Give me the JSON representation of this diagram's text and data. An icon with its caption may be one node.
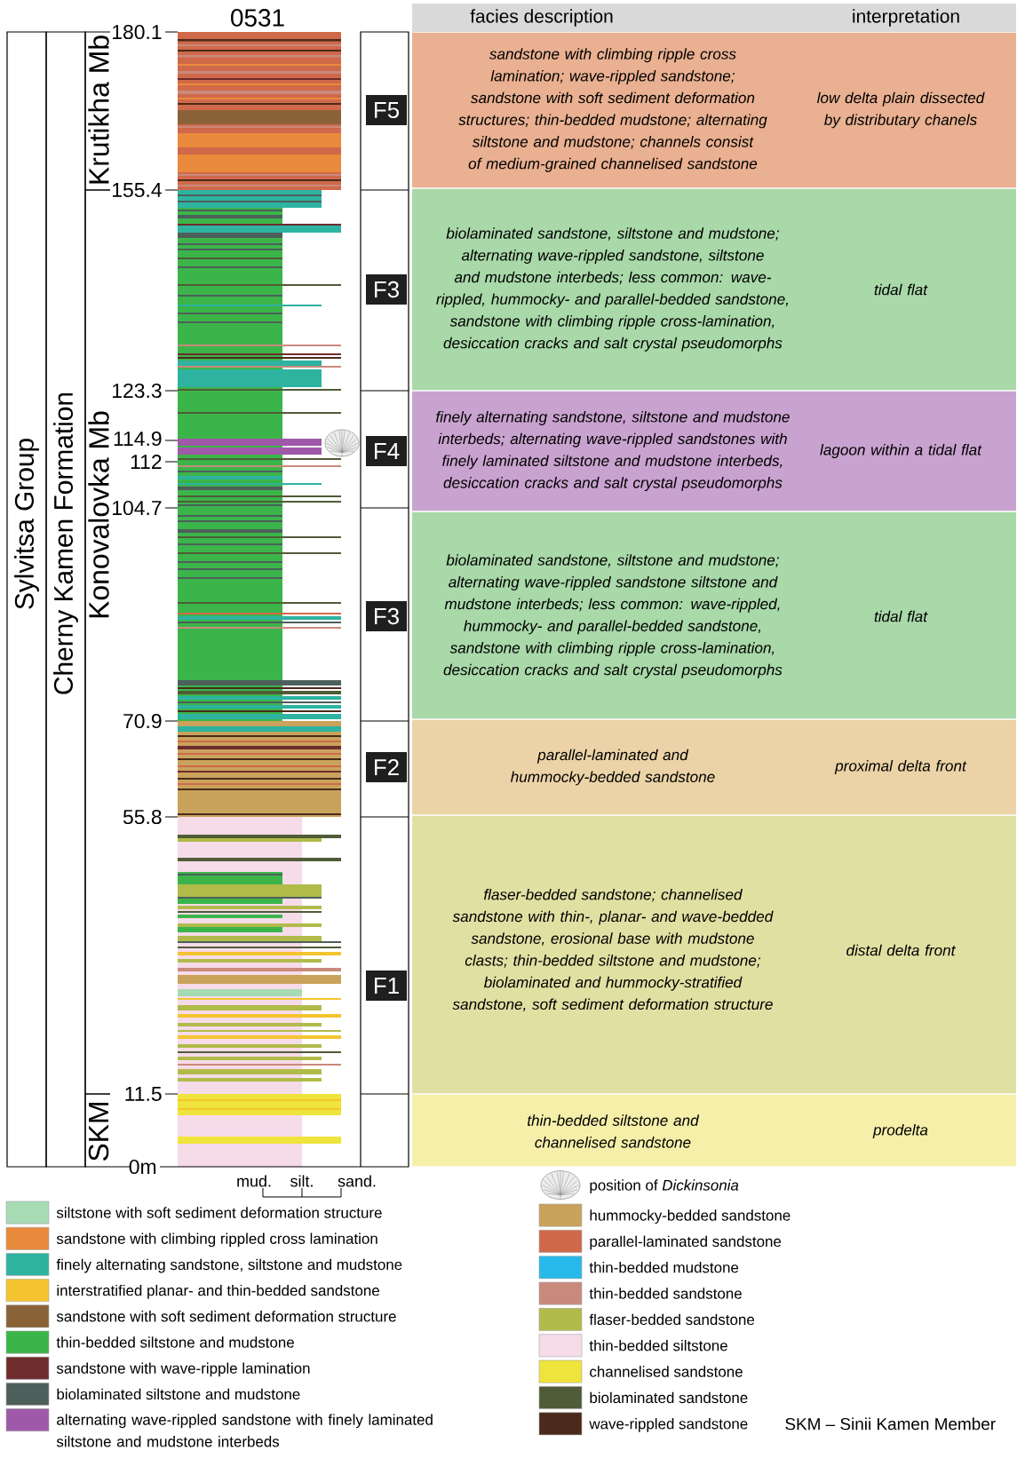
{
  "diagram": {
    "title": "0531",
    "nodes": [
      {
        "text": [
          "Sylvitsa Group"
        ]
      },
      {
        "text": [
          "Cherny Kamen Formation"
        ]
      },
      {
        "text": [
          "Krutikha Mb"
        ]
      },
      {
        "text": [
          "Konovalovka Mb"
        ]
      },
      {
        "text": [
          "SKM"
        ]
      },
      {
        "text": [
          "F5"
        ]
      },
      {
        "text": [
          "F3"
        ]
      },
      {
        "text": [
          "F4"
        ]
      },
      {
        "text": [
          "F3"
        ]
      },
      {
        "text": [
          "F2"
        ]
      },
      {
        "text": [
          "F1"
        ]
      },
      {
        "text": [
          "facies description",
          "interpretation"
        ]
      },
      {
        "text": [
          "sandstone with climbing ripple cross lamination; wave-rippled sandstone; sandstone with soft sediment deformation structures; thin-bedded mudstone; alternating siltstone and mudstone; channels consist of medium-grained channelised sandstone",
          "low delta plain dissected by distributary chanels"
        ]
      },
      {
        "text": [
          "biolaminated sandstone, siltstone and mudstone; alternating wave-rippled sandstone, siltstone and mudstone interbeds; less common: wave-rippled, hummocky- and parallel-bedded sandstone, sandstone with climbing ripple cross-lamination, desiccation cracks and salt crystal pseudomorphs",
          "tidal flat"
        ]
      },
      {
        "text": [
          "finely alternating sandstone, siltstone and mudstone interbeds; alternating wave-rippled sandstones with finely laminated siltstone and mudstone interbeds, desiccation cracks and salt crystal pseudomorphs",
          "lagoon within a tidal flat"
        ]
      },
      {
        "text": [
          "biolaminated sandstone, siltstone and mudstone; alternating wave-rippled sandstone siltstone and mudstone interbeds; less common: wave-rippled, hummocky- and parallel-bedded sandstone, sandstone with climbing ripple cross-lamination, desiccation cracks and salt crystal pseudomorphs",
          "tidal flat"
        ]
      },
      {
        "text": [
          "parallel-laminated and hummocky-bedded sandstone",
          "proximal delta front"
        ]
      },
      {
        "text": [
          "flaser-bedded sandstone; channelised sandstone with thin-, planar- and wave-bedded sandstone, erosional base with mudstone clasts; thin-bedded siltstone and mudstone; biolaminated and hummocky-stratified sandstone, soft sediment deformation structure",
          "distal delta front"
        ]
      },
      {
        "text": [
          "thin-bedded siltstone and channelised sandstone",
          "prodelta"
        ]
      }
    ],
    "labels": [
      "180.1",
      "155.4",
      "123.3",
      "114.9",
      "112",
      "104.7",
      "70.9",
      "55.8",
      "11.5",
      "0m",
      "mud.",
      "silt.",
      "sand.",
      "SKM – Sinii Kamen Member"
    ],
    "legend": [
      {
        "text": "siltstone with soft sediment deformation structure",
        "color": "#a6dbb4"
      },
      {
        "text": "sandstone with climbing rippled cross lamination",
        "color": "#e98a3c"
      },
      {
        "text": "finely alternating sandstone, siltstone and mudstone",
        "color": "#2db3a0"
      },
      {
        "text": "interstratified planar- and thin-bedded sandstone",
        "color": "#f4c430"
      },
      {
        "text": "sandstone with soft sediment deformation structure",
        "color": "#8a6238"
      },
      {
        "text": "thin-bedded siltstone and mudstone",
        "color": "#3bb54a"
      },
      {
        "text": "sandstone with wave-ripple lamination",
        "color": "#6e2c2c"
      },
      {
        "text": "biolaminated siltstone and mudstone",
        "color": "#4d5f5a"
      },
      {
        "text": "alternating wave-rippled sandstone with finely laminated siltstone and mudstone interbeds",
        "color": "#9e59a8"
      },
      {
        "text": "position of *Dickinsonia*"
      },
      {
        "text": "hummocky-bedded sandstone",
        "color": "#c9a35c"
      },
      {
        "text": "parallel-laminated sandstone",
        "color": "#d0694a"
      },
      {
        "text": "thin-bedded mudstone",
        "color": "#27b9e9"
      },
      {
        "text": "thin-bedded sandstone",
        "color": "#c98a7c"
      },
      {
        "text": "flaser-bedded sandstone",
        "color": "#b1bb4a"
      },
      {
        "text": "thin-bedded siltstone",
        "color": "#f6dbe9"
      },
      {
        "text": "channelised sandstone",
        "color": "#efe43c"
      },
      {
        "text": "biolaminated sandstone",
        "color": "#505b37"
      },
      {
        "text": "wave-rippled sandstone",
        "color": "#4b2a1b"
      }
    ]
  }
}
